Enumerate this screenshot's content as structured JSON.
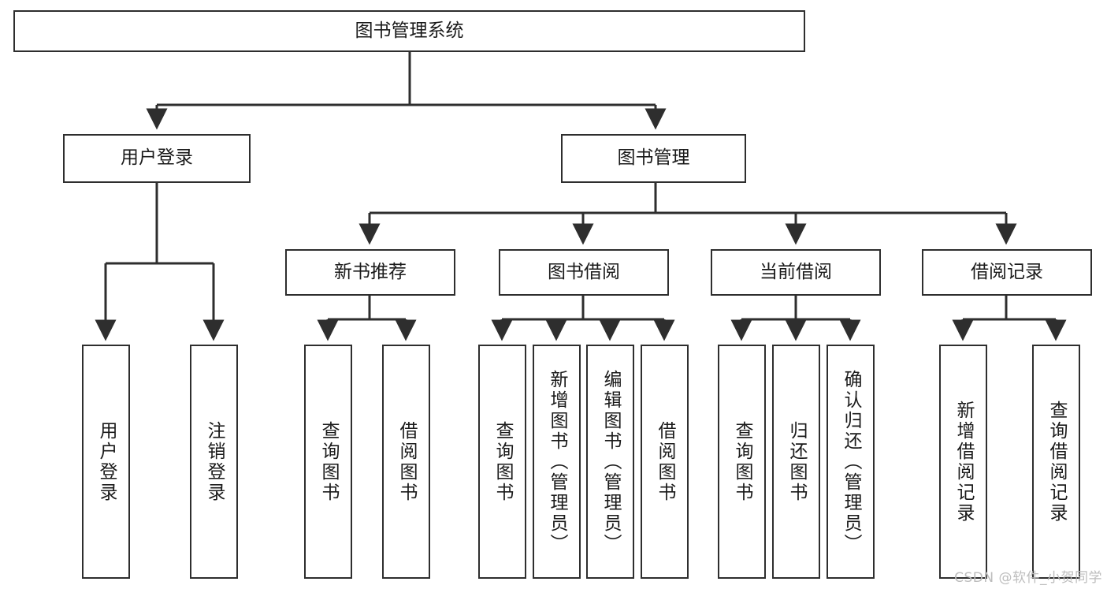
{
  "diagram": {
    "title": "图书管理系统",
    "type": "tree-hierarchy",
    "watermark": "CSDN @软件_小贺同学",
    "colors": {
      "box_border": "#2e2e2e",
      "box_fill": "#ffffff",
      "connector": "#2e2e2e",
      "text": "#1a1a1a",
      "watermark": "#bdbdbd"
    }
  },
  "nodes": {
    "root": {
      "label": "图书管理系统"
    },
    "level2": [
      {
        "label": "用户登录"
      },
      {
        "label": "图书管理"
      }
    ],
    "level3": [
      {
        "label": "新书推荐"
      },
      {
        "label": "图书借阅"
      },
      {
        "label": "当前借阅"
      },
      {
        "label": "借阅记录"
      }
    ],
    "leaves": {
      "user_login": [
        {
          "label": "用户登录"
        },
        {
          "label": "注销登录"
        }
      ],
      "new_book": [
        {
          "label": "查询图书"
        },
        {
          "label": "借阅图书"
        }
      ],
      "book_borrow": [
        {
          "label": "查询图书"
        },
        {
          "label": "新增图书（管理员）"
        },
        {
          "label": "编辑图书（管理员）"
        },
        {
          "label": "借阅图书"
        }
      ],
      "current_borrow": [
        {
          "label": "查询图书"
        },
        {
          "label": "归还图书"
        },
        {
          "label": "确认归还（管理员）"
        }
      ],
      "borrow_record": [
        {
          "label": "新增借阅记录"
        },
        {
          "label": "查询借阅记录"
        }
      ]
    }
  }
}
